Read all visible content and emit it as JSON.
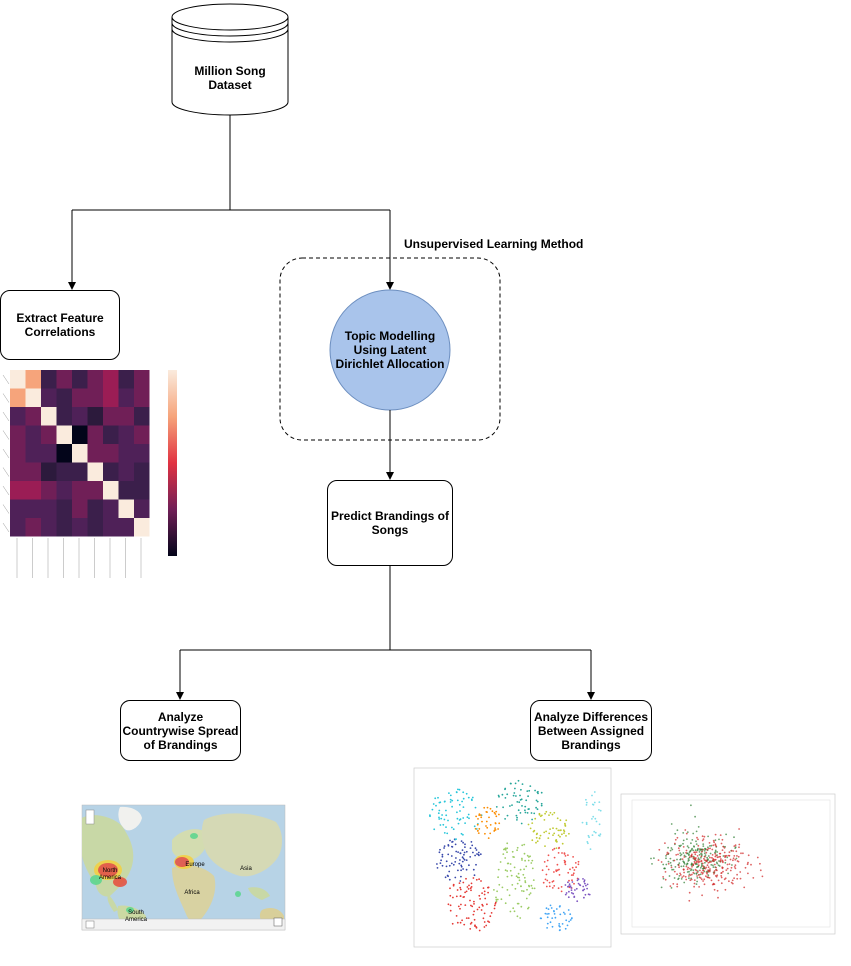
{
  "nodes": {
    "dataset": "Million Song Dataset",
    "correlations": "Extract Feature Correlations",
    "lda": "Topic Modelling Using Latent Dirichlet Allocation",
    "group_label": "Unsupervised Learning Method",
    "predict": "Predict Brandings of Songs",
    "countrywise": "Analyze Countrywise Spread of Brandings",
    "differences": "Analyze Differences Between Assigned Brandings"
  },
  "map_labels": {
    "north_america": "North America",
    "europe": "Europe",
    "asia": "Asia",
    "africa": "Africa",
    "south_america": "South America"
  },
  "colors": {
    "lda_fill": "#a9c4eb",
    "lda_stroke": "#6c8ebf"
  }
}
